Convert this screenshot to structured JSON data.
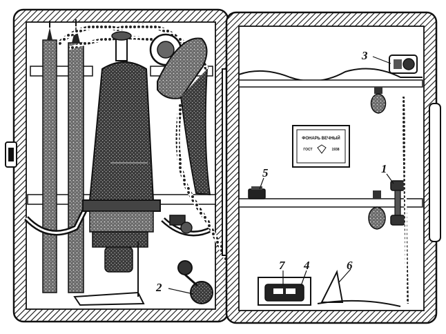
{
  "figure": {
    "callouts": [
      {
        "id": "1",
        "label": "1"
      },
      {
        "id": "2",
        "label": "2"
      },
      {
        "id": "3",
        "label": "3"
      },
      {
        "id": "4",
        "label": "4"
      },
      {
        "id": "5",
        "label": "5"
      },
      {
        "id": "6",
        "label": "6"
      },
      {
        "id": "7",
        "label": "7"
      }
    ],
    "nameplate": {
      "line1": "ФОНАРЬ ВЕЧНЫЙ",
      "line2a": "ГОСТ",
      "line2b": "1938"
    }
  }
}
